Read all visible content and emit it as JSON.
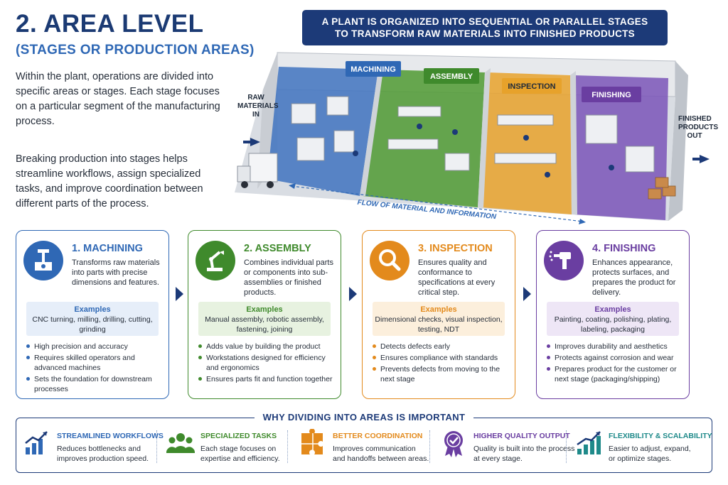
{
  "header": {
    "title": "2. AREA LEVEL",
    "subtitle": "(STAGES OR PRODUCTION AREAS)",
    "intro1": "Within the plant, operations are divided into specific areas or stages. Each stage focuses on a particular segment of the manufacturing process.",
    "intro2": "Breaking production into stages helps streamline workflows, assign specialized tasks, and improve coordination between different parts of the process."
  },
  "banner": {
    "line1": "A PLANT IS ORGANIZED INTO SEQUENTIAL OR PARALLEL STAGES",
    "line2": "TO TRANSFORM RAW MATERIALS INTO FINISHED PRODUCTS"
  },
  "plant": {
    "zones": [
      "MACHINING",
      "ASSEMBLY",
      "INSPECTION",
      "FINISHING"
    ],
    "raw_in": "RAW MATERIALS IN",
    "finished_out": "FINISHED PRODUCTS OUT",
    "flow": "FLOW OF MATERIAL AND INFORMATION"
  },
  "colors": {
    "navy": "#1c3a78",
    "machining": "#2f68b5",
    "assembly": "#3f8a2c",
    "inspection": "#e38a1c",
    "finishing": "#6a3ea1"
  },
  "stages": [
    {
      "title": "1. MACHINING",
      "icon": "cnc-machine-icon",
      "desc": "Transforms raw materials into parts with precise dimensions and features.",
      "examples_heading": "Examples",
      "examples": "CNC turning, milling, drilling, cutting, grinding",
      "bullets": [
        "High precision and accuracy",
        "Requires skilled operators and advanced machines",
        "Sets the foundation for downstream processes"
      ]
    },
    {
      "title": "2. ASSEMBLY",
      "icon": "robot-arm-icon",
      "desc": "Combines individual parts or components into sub-assemblies or finished products.",
      "examples_heading": "Examples",
      "examples": "Manual assembly, robotic assembly, fastening, joining",
      "bullets": [
        "Adds value by building the product",
        "Workstations designed for efficiency and ergonomics",
        "Ensures parts fit and function together"
      ]
    },
    {
      "title": "3. INSPECTION",
      "icon": "magnifier-icon",
      "desc": "Ensures quality and conformance to specifications at every critical step.",
      "examples_heading": "Examples",
      "examples": "Dimensional checks, visual inspection, testing, NDT",
      "bullets": [
        "Detects defects early",
        "Ensures compliance with standards",
        "Prevents defects from moving to the next stage"
      ]
    },
    {
      "title": "4. FINISHING",
      "icon": "spray-gun-icon",
      "desc": "Enhances appearance, protects surfaces, and prepares the product for delivery.",
      "examples_heading": "Examples",
      "examples": "Painting, coating, polishing, plating, labeling, packaging",
      "bullets": [
        "Improves durability and aesthetics",
        "Protects against corrosion and wear",
        "Prepares product for the customer or next stage (packaging/shipping)"
      ]
    }
  ],
  "why": {
    "title": "WHY DIVIDING INTO AREAS IS IMPORTANT",
    "items": [
      {
        "title": "STREAMLINED WORKFLOWS",
        "icon": "bar-chart-growth-icon",
        "desc1": "Reduces bottlenecks and",
        "desc2": "improves production speed."
      },
      {
        "title": "SPECIALIZED TASKS",
        "icon": "team-icon",
        "desc1": "Each stage focuses on",
        "desc2": "expertise and efficiency."
      },
      {
        "title": "BETTER COORDINATION",
        "icon": "puzzle-icon",
        "desc1": "Improves communication",
        "desc2": "and handoffs between areas."
      },
      {
        "title": "HIGHER QUALITY OUTPUT",
        "icon": "award-badge-icon",
        "desc1": "Quality is built into the process",
        "desc2": "at every stage."
      },
      {
        "title": "FLEXIBILITY & SCALABILITY",
        "icon": "scalable-chart-icon",
        "desc1": "Easier to adjust, expand,",
        "desc2": "or optimize stages."
      }
    ]
  }
}
